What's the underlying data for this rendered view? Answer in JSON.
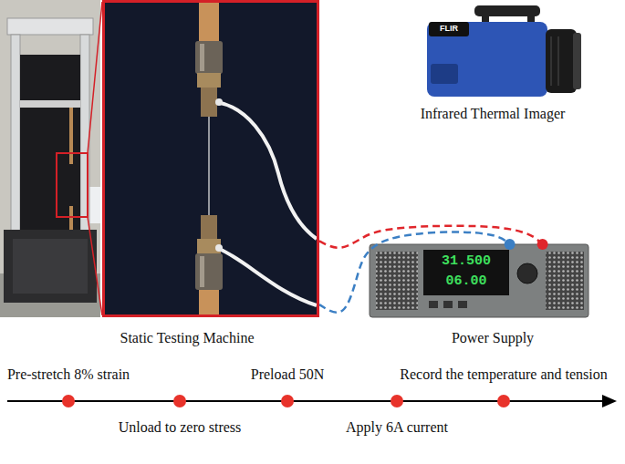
{
  "diagram": {
    "nodes": [
      {
        "text": [
          "Static Testing Machine"
        ]
      },
      {
        "text": [
          "Infrared Thermal Imager"
        ]
      },
      {
        "text": [
          "Power Supply"
        ]
      }
    ],
    "edges": [
      {
        "from": 0,
        "to": 2,
        "arrow": "none"
      },
      {
        "from": 0,
        "to": 2,
        "arrow": "none"
      }
    ],
    "labels": [
      "FLIR",
      "31.500",
      "06.00",
      "Pre-stretch 8% strain",
      "Unload to zero stress",
      "Preload 50N",
      "Apply 6A current",
      "Record the temperature and tension"
    ]
  }
}
